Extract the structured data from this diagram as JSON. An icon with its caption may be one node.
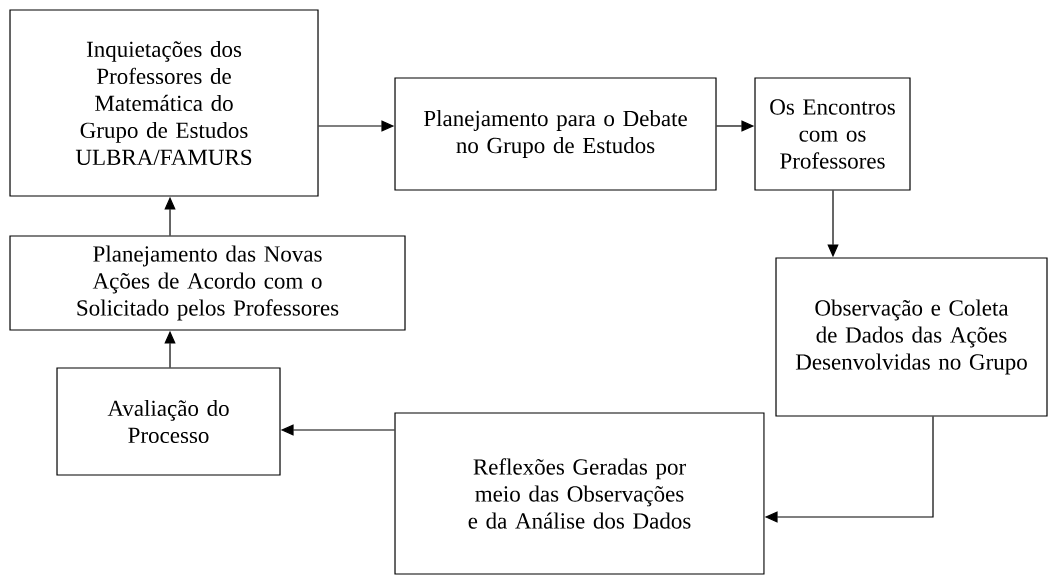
{
  "diagram": {
    "nodes": [
      {
        "text": [
          "Inquietações dos Professores de Matemática do Grupo de Estudos ULBRA/FAMURS"
        ]
      },
      {
        "text": [
          "Planejamento para o Debate no Grupo de Estudos"
        ]
      },
      {
        "text": [
          "Os Encontros com os Professores"
        ]
      },
      {
        "text": [
          "Observação e Coleta de Dados das Ações Desenvolvidas no Grupo"
        ]
      },
      {
        "text": [
          "Reflexões Geradas por meio das Observações e da Análise dos Dados"
        ]
      },
      {
        "text": [
          "Avaliação do Processo"
        ]
      },
      {
        "text": [
          "Planejamento das Novas Ações de Acordo com o Solicitado pelos Professores"
        ]
      }
    ],
    "edges": [
      {
        "from": 0,
        "to": 1,
        "arrow": "to"
      },
      {
        "from": 1,
        "to": 2,
        "arrow": "to"
      },
      {
        "from": 2,
        "to": 3,
        "arrow": "to"
      },
      {
        "from": 3,
        "to": 4,
        "arrow": "to"
      },
      {
        "from": 4,
        "to": 5,
        "arrow": "to"
      },
      {
        "from": 5,
        "to": 6,
        "arrow": "to"
      },
      {
        "from": 6,
        "to": 0,
        "arrow": "to"
      }
    ]
  }
}
